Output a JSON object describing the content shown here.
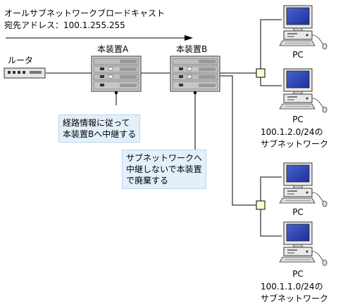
{
  "header": {
    "line1": "オールサブネットワークブロードキャスト",
    "line2": "宛先アドレス：100.1.255.255"
  },
  "devices": {
    "router_label": "ルータ",
    "device_a_label": "本装置A",
    "device_b_label": "本装置B"
  },
  "callouts": {
    "a_line1": "経路情報に従って",
    "a_line2": "本装置Bへ中継する",
    "b_line1": "サブネットワークへ",
    "b_line2": "中継しないで本装置",
    "b_line3": "で廃棄する"
  },
  "pcs": [
    "PC",
    "PC",
    "PC",
    "PC"
  ],
  "subnets": {
    "upper_addr": "100.1.2.0/24の",
    "upper_name": "サブネットワーク",
    "lower_addr": "100.1.1.0/24の",
    "lower_name": "サブネットワーク"
  }
}
